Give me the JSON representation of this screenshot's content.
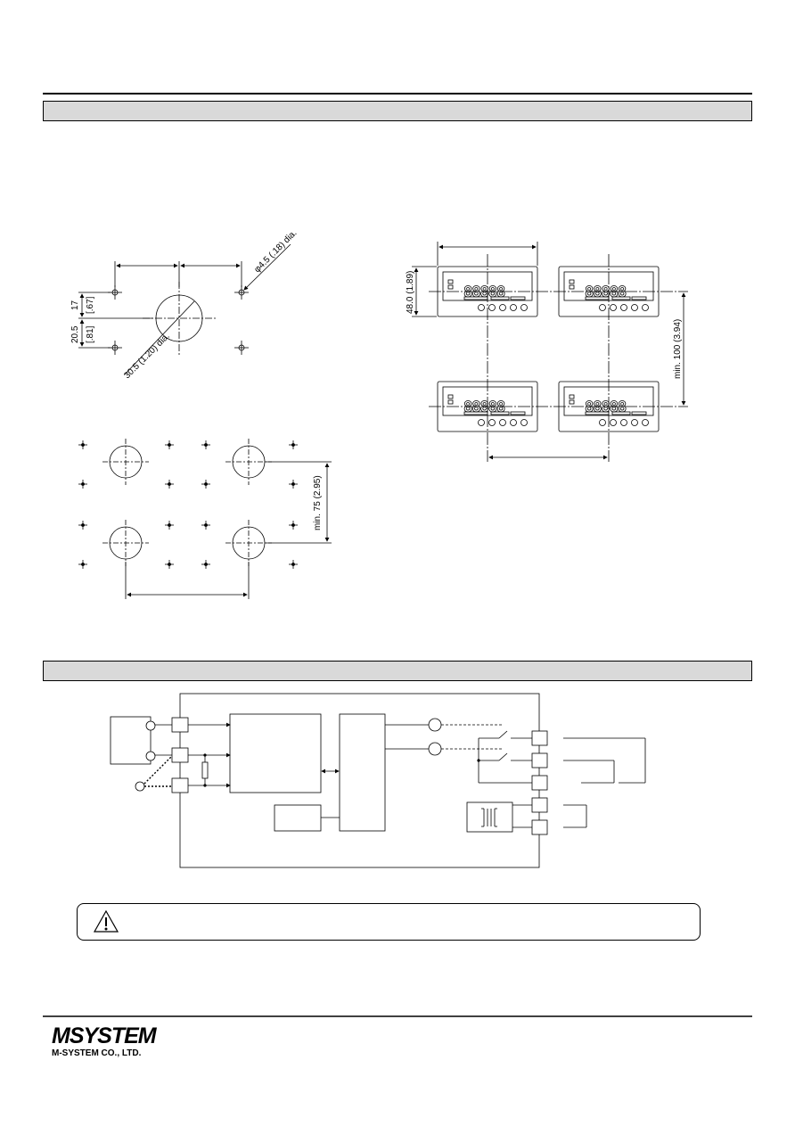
{
  "panel_cutout": {
    "dim_hole": "φ4.5 (.18) dia.",
    "dim_dia": "30.5 (1.20) dia.",
    "dim_17": "17",
    "dim_67": "[.67]",
    "dim_205": "20.5",
    "dim_81": "[.81]",
    "dim_min75": "min. 75 (2.95)"
  },
  "front_view": {
    "dim_height": "48.0 (1.89)",
    "dim_min100": "min. 100 (3.94)"
  },
  "colors": {
    "section_bar": "#d9d9d9",
    "line": "#000000"
  },
  "footer": {
    "logo_text": "MSYSTEM",
    "company": "M-SYSTEM CO., LTD."
  }
}
